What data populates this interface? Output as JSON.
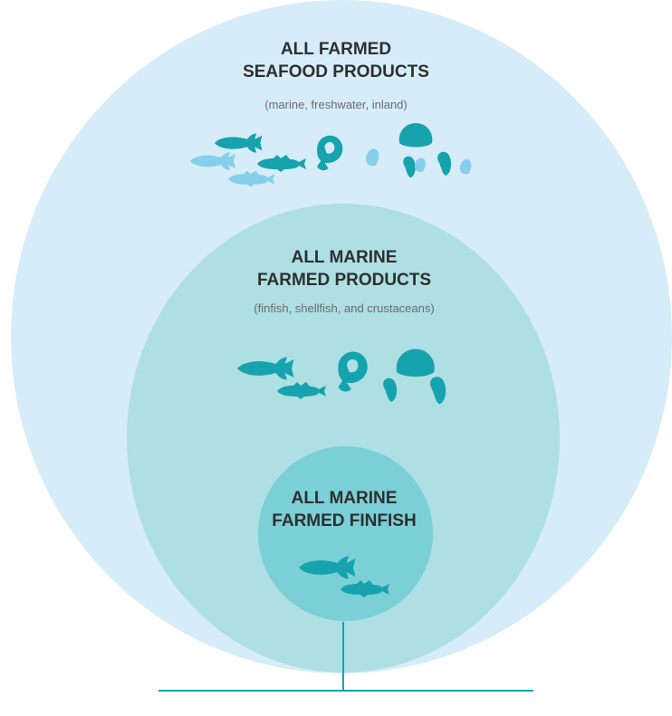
{
  "colors": {
    "outer": "#d6ecf8",
    "middle": "#addfe3",
    "inner": "#7bcfd6",
    "teal": "#16a3ad",
    "light": "#85cfea",
    "line": "#16a3ad"
  },
  "levels": [
    {
      "title": "ALL FARMED\nSEAFOOD PRODUCTS",
      "subtitle": "(marine, freshwater, inland)"
    },
    {
      "title": "ALL MARINE\nFARMED PRODUCTS",
      "subtitle": "(finfish, shellfish, and crustaceans)"
    },
    {
      "title": "ALL MARINE\nFARMED FINFISH",
      "subtitle": ""
    }
  ]
}
